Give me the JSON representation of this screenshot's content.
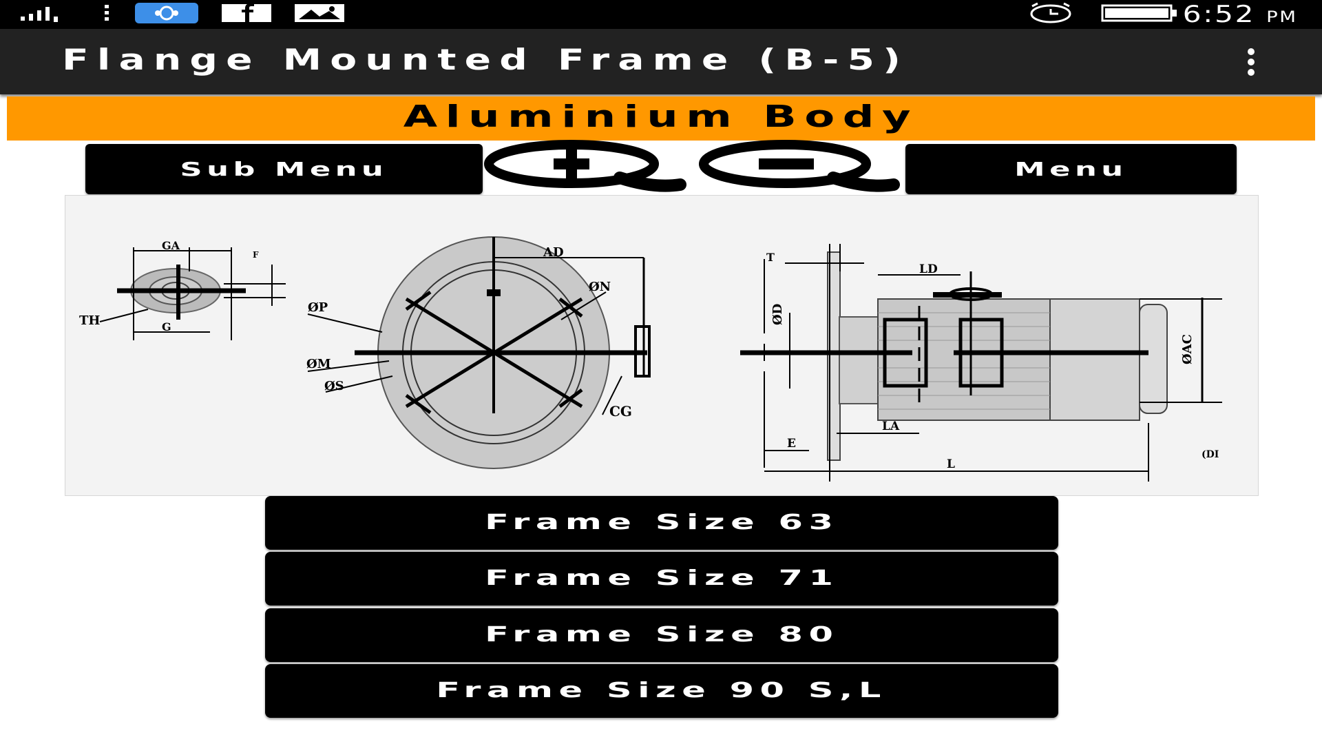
{
  "status_bar": {
    "time": "6:52",
    "ampm": "PM",
    "icons": [
      "signal-icon",
      "more-vert-icon",
      "shareit-icon",
      "facebook-icon",
      "gallery-icon",
      "alarm-icon",
      "battery-icon"
    ]
  },
  "app_bar": {
    "title": "Flange Mounted Frame (B-5)",
    "overflow_icon": "more-vert-icon"
  },
  "banner": {
    "text": "Aluminium Body",
    "color": "#ff9800"
  },
  "toolbar": {
    "sub_menu_label": "Sub Menu",
    "menu_label": "Menu",
    "zoom_in_icon": "zoom-in-icon",
    "zoom_out_icon": "zoom-out-icon"
  },
  "diagram": {
    "labels": {
      "ga": "GA",
      "f": "F",
      "th": "TH",
      "g": "G",
      "ad": "AD",
      "op": "ØP",
      "on": "ØN",
      "om": "ØM",
      "os": "ØS",
      "cg": "CG",
      "t": "T",
      "ld": "LD",
      "od": "ØD",
      "oac": "ØAC",
      "la": "LA",
      "e": "E",
      "l": "L",
      "di": "(DI"
    }
  },
  "frame_sizes": [
    {
      "label": "Frame Size 63"
    },
    {
      "label": "Frame Size 71"
    },
    {
      "label": "Frame Size 80"
    },
    {
      "label": "Frame Size 90 S,L"
    }
  ],
  "colors": {
    "status_bar": "#000000",
    "app_bar": "#222222",
    "banner": "#ff9800",
    "button": "#000000"
  }
}
